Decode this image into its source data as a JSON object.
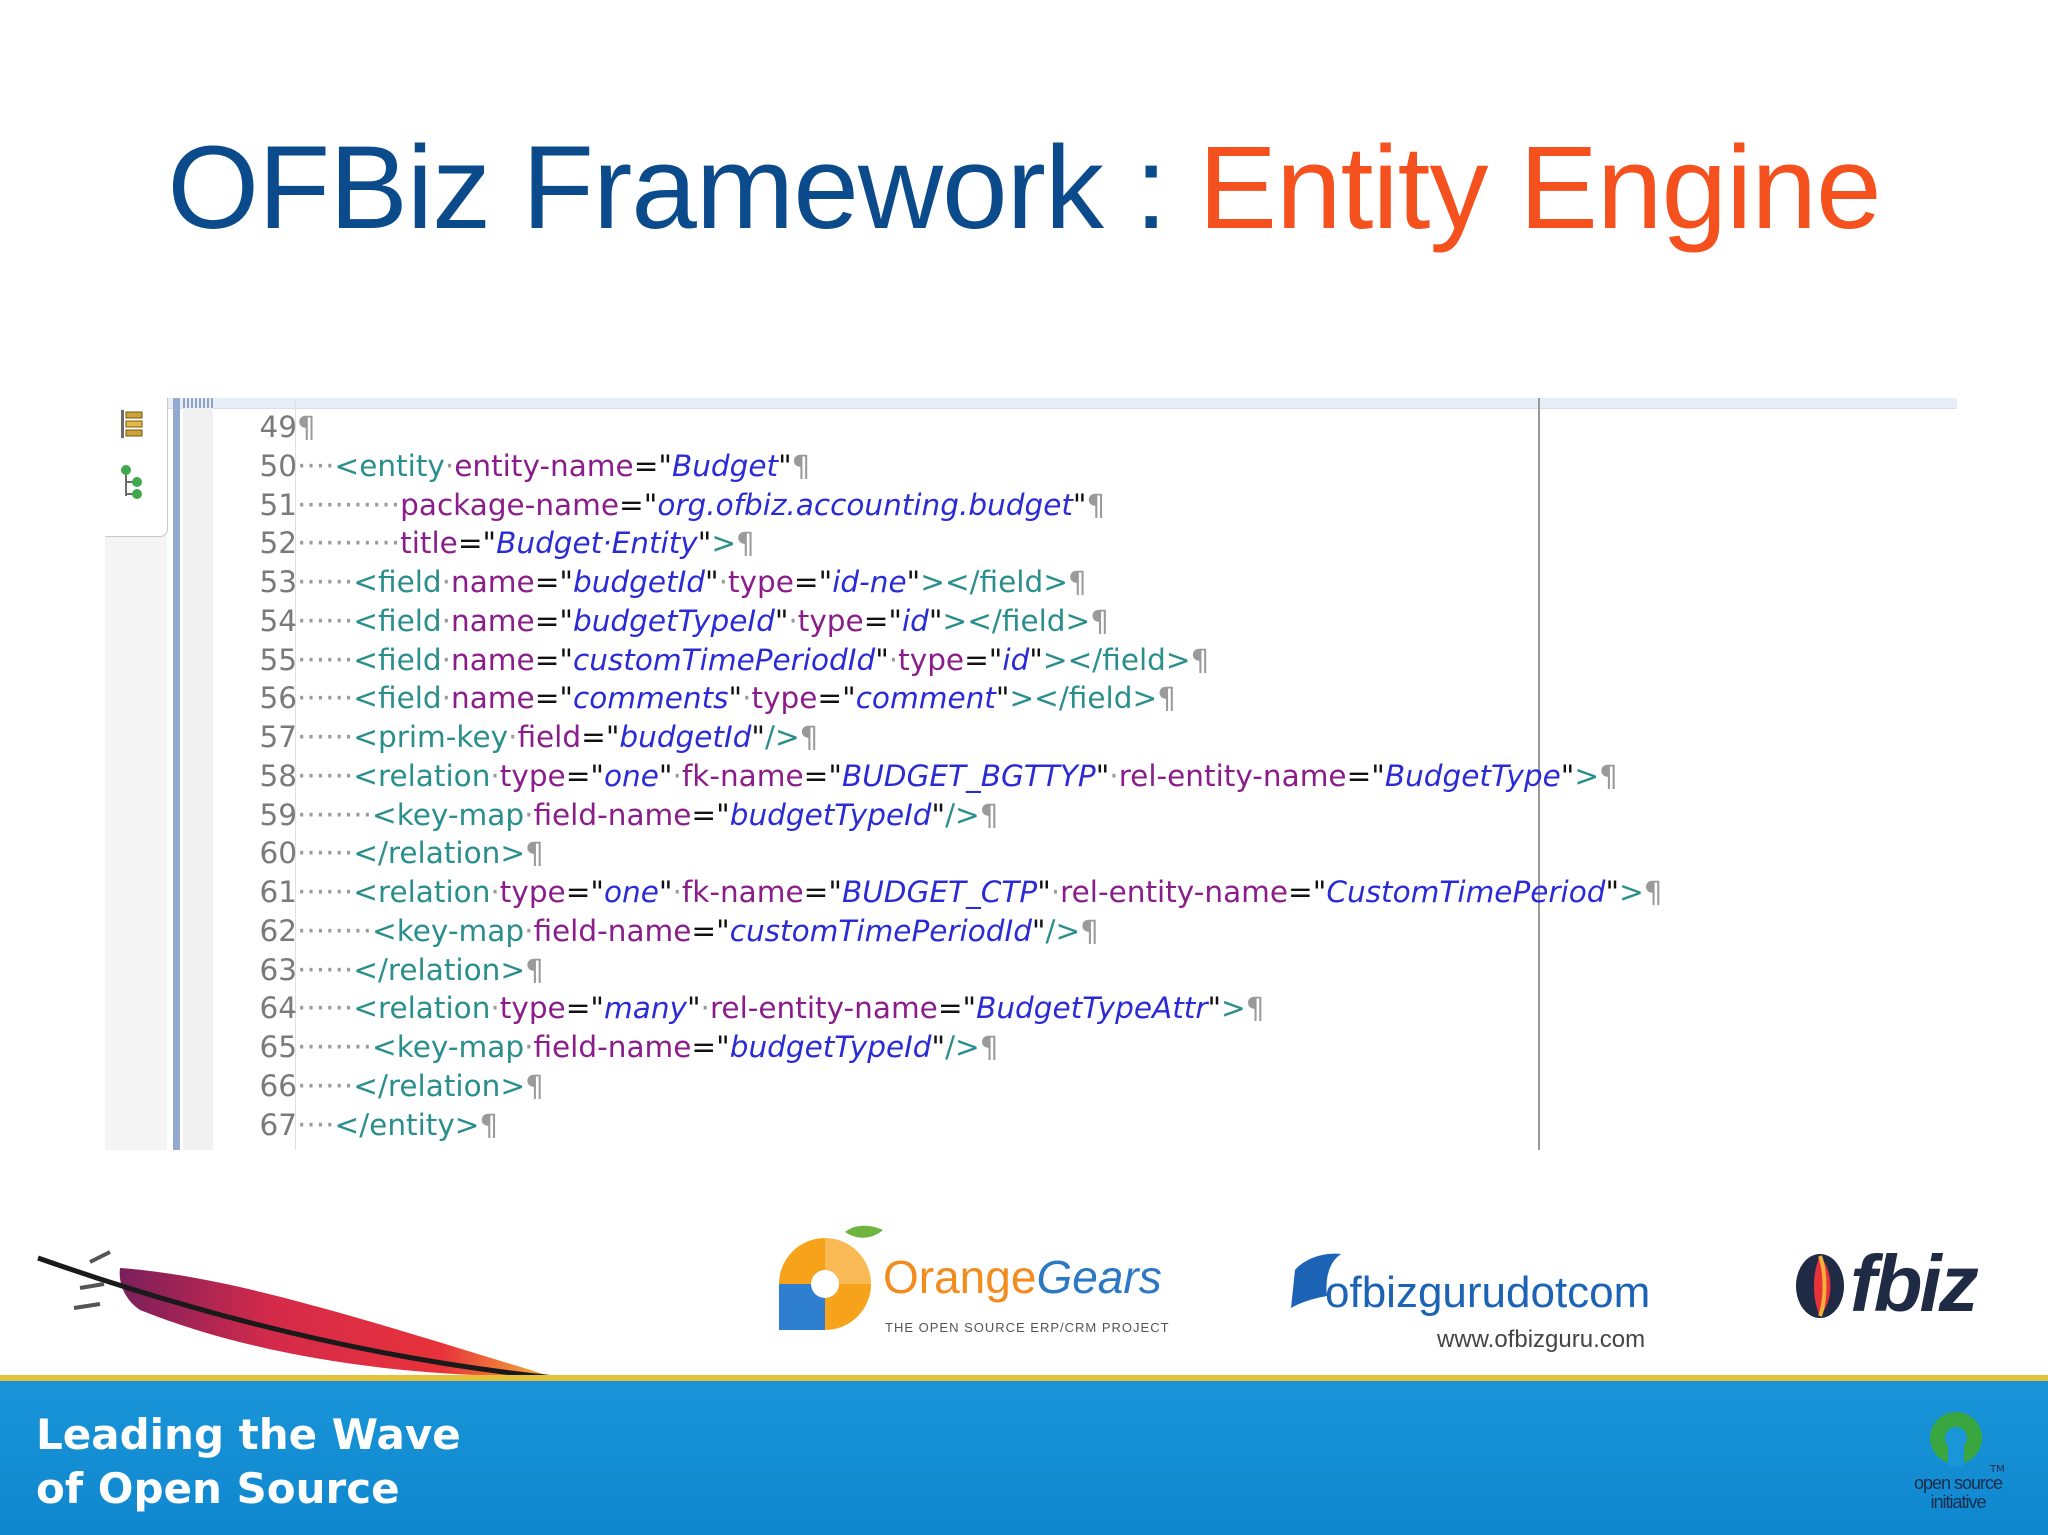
{
  "slide": {
    "title_part1": "OFBiz Framework : ",
    "title_part2": "Entity Engine"
  },
  "colors": {
    "title_blue": "#0b4a8b",
    "title_orange": "#f4511e",
    "xml_tag": "#2a8f8c",
    "xml_attr": "#8b1d8b",
    "xml_value": "#2b2bd6",
    "banner_blue": "#1a95d8"
  },
  "editor": {
    "icons": [
      "outline-view-icon",
      "tree-view-icon"
    ],
    "lines": [
      {
        "num": "49",
        "tokens": []
      },
      {
        "num": "50",
        "indent": "····",
        "tokens": [
          {
            "t": "tg",
            "v": "<entity"
          },
          {
            "t": "ws",
            "v": "·"
          },
          {
            "t": "at",
            "v": "entity-name"
          },
          {
            "t": "eq",
            "v": "=\""
          },
          {
            "t": "vl",
            "v": "Budget"
          },
          {
            "t": "eq",
            "v": "\""
          }
        ]
      },
      {
        "num": "51",
        "indent": "···········",
        "tokens": [
          {
            "t": "at",
            "v": "package-name"
          },
          {
            "t": "eq",
            "v": "=\""
          },
          {
            "t": "vl",
            "v": "org.ofbiz.accounting.budget"
          },
          {
            "t": "eq",
            "v": "\""
          }
        ]
      },
      {
        "num": "52",
        "indent": "···········",
        "tokens": [
          {
            "t": "at",
            "v": "title"
          },
          {
            "t": "eq",
            "v": "=\""
          },
          {
            "t": "vl",
            "v": "Budget·Entity"
          },
          {
            "t": "eq",
            "v": "\""
          },
          {
            "t": "tg",
            "v": ">"
          }
        ]
      },
      {
        "num": "53",
        "indent": "······",
        "tokens": [
          {
            "t": "tg",
            "v": "<field"
          },
          {
            "t": "ws",
            "v": "·"
          },
          {
            "t": "at",
            "v": "name"
          },
          {
            "t": "eq",
            "v": "=\""
          },
          {
            "t": "vl",
            "v": "budgetId"
          },
          {
            "t": "eq",
            "v": "\""
          },
          {
            "t": "ws",
            "v": "·"
          },
          {
            "t": "at",
            "v": "type"
          },
          {
            "t": "eq",
            "v": "=\""
          },
          {
            "t": "vl",
            "v": "id-ne"
          },
          {
            "t": "eq",
            "v": "\""
          },
          {
            "t": "tg",
            "v": "></field>"
          }
        ]
      },
      {
        "num": "54",
        "indent": "······",
        "tokens": [
          {
            "t": "tg",
            "v": "<field"
          },
          {
            "t": "ws",
            "v": "·"
          },
          {
            "t": "at",
            "v": "name"
          },
          {
            "t": "eq",
            "v": "=\""
          },
          {
            "t": "vl",
            "v": "budgetTypeId"
          },
          {
            "t": "eq",
            "v": "\""
          },
          {
            "t": "ws",
            "v": "·"
          },
          {
            "t": "at",
            "v": "type"
          },
          {
            "t": "eq",
            "v": "=\""
          },
          {
            "t": "vl",
            "v": "id"
          },
          {
            "t": "eq",
            "v": "\""
          },
          {
            "t": "tg",
            "v": "></field>"
          }
        ]
      },
      {
        "num": "55",
        "indent": "······",
        "tokens": [
          {
            "t": "tg",
            "v": "<field"
          },
          {
            "t": "ws",
            "v": "·"
          },
          {
            "t": "at",
            "v": "name"
          },
          {
            "t": "eq",
            "v": "=\""
          },
          {
            "t": "vl",
            "v": "customTimePeriodId"
          },
          {
            "t": "eq",
            "v": "\""
          },
          {
            "t": "ws",
            "v": "·"
          },
          {
            "t": "at",
            "v": "type"
          },
          {
            "t": "eq",
            "v": "=\""
          },
          {
            "t": "vl",
            "v": "id"
          },
          {
            "t": "eq",
            "v": "\""
          },
          {
            "t": "tg",
            "v": "></field>"
          }
        ]
      },
      {
        "num": "56",
        "indent": "······",
        "tokens": [
          {
            "t": "tg",
            "v": "<field"
          },
          {
            "t": "ws",
            "v": "·"
          },
          {
            "t": "at",
            "v": "name"
          },
          {
            "t": "eq",
            "v": "=\""
          },
          {
            "t": "vl",
            "v": "comments"
          },
          {
            "t": "eq",
            "v": "\""
          },
          {
            "t": "ws",
            "v": "·"
          },
          {
            "t": "at",
            "v": "type"
          },
          {
            "t": "eq",
            "v": "=\""
          },
          {
            "t": "vl",
            "v": "comment"
          },
          {
            "t": "eq",
            "v": "\""
          },
          {
            "t": "tg",
            "v": "></field>"
          }
        ]
      },
      {
        "num": "57",
        "indent": "······",
        "tokens": [
          {
            "t": "tg",
            "v": "<prim-key"
          },
          {
            "t": "ws",
            "v": "·"
          },
          {
            "t": "at",
            "v": "field"
          },
          {
            "t": "eq",
            "v": "=\""
          },
          {
            "t": "vl",
            "v": "budgetId"
          },
          {
            "t": "eq",
            "v": "\""
          },
          {
            "t": "tg",
            "v": "/>"
          }
        ]
      },
      {
        "num": "58",
        "indent": "······",
        "tokens": [
          {
            "t": "tg",
            "v": "<relation"
          },
          {
            "t": "ws",
            "v": "·"
          },
          {
            "t": "at",
            "v": "type"
          },
          {
            "t": "eq",
            "v": "=\""
          },
          {
            "t": "vl",
            "v": "one"
          },
          {
            "t": "eq",
            "v": "\""
          },
          {
            "t": "ws",
            "v": "·"
          },
          {
            "t": "at",
            "v": "fk-name"
          },
          {
            "t": "eq",
            "v": "=\""
          },
          {
            "t": "vl",
            "v": "BUDGET_BGTTYP"
          },
          {
            "t": "eq",
            "v": "\""
          },
          {
            "t": "ws",
            "v": "·"
          },
          {
            "t": "at",
            "v": "rel-entity-name"
          },
          {
            "t": "eq",
            "v": "=\""
          },
          {
            "t": "vl",
            "v": "BudgetType"
          },
          {
            "t": "eq",
            "v": "\""
          },
          {
            "t": "tg",
            "v": ">"
          }
        ]
      },
      {
        "num": "59",
        "indent": "········",
        "tokens": [
          {
            "t": "tg",
            "v": "<key-map"
          },
          {
            "t": "ws",
            "v": "·"
          },
          {
            "t": "at",
            "v": "field-name"
          },
          {
            "t": "eq",
            "v": "=\""
          },
          {
            "t": "vl",
            "v": "budgetTypeId"
          },
          {
            "t": "eq",
            "v": "\""
          },
          {
            "t": "tg",
            "v": "/>"
          }
        ]
      },
      {
        "num": "60",
        "indent": "······",
        "tokens": [
          {
            "t": "tg",
            "v": "</relation>"
          }
        ]
      },
      {
        "num": "61",
        "indent": "······",
        "tokens": [
          {
            "t": "tg",
            "v": "<relation"
          },
          {
            "t": "ws",
            "v": "·"
          },
          {
            "t": "at",
            "v": "type"
          },
          {
            "t": "eq",
            "v": "=\""
          },
          {
            "t": "vl",
            "v": "one"
          },
          {
            "t": "eq",
            "v": "\""
          },
          {
            "t": "ws",
            "v": "·"
          },
          {
            "t": "at",
            "v": "fk-name"
          },
          {
            "t": "eq",
            "v": "=\""
          },
          {
            "t": "vl",
            "v": "BUDGET_CTP"
          },
          {
            "t": "eq",
            "v": "\""
          },
          {
            "t": "ws",
            "v": "·"
          },
          {
            "t": "at",
            "v": "rel-entity-name"
          },
          {
            "t": "eq",
            "v": "=\""
          },
          {
            "t": "vl",
            "v": "CustomTimePeriod"
          },
          {
            "t": "eq",
            "v": "\""
          },
          {
            "t": "tg",
            "v": ">"
          }
        ]
      },
      {
        "num": "62",
        "indent": "········",
        "tokens": [
          {
            "t": "tg",
            "v": "<key-map"
          },
          {
            "t": "ws",
            "v": "·"
          },
          {
            "t": "at",
            "v": "field-name"
          },
          {
            "t": "eq",
            "v": "=\""
          },
          {
            "t": "vl",
            "v": "customTimePeriodId"
          },
          {
            "t": "eq",
            "v": "\""
          },
          {
            "t": "tg",
            "v": "/>"
          }
        ]
      },
      {
        "num": "63",
        "indent": "······",
        "tokens": [
          {
            "t": "tg",
            "v": "</relation>"
          }
        ]
      },
      {
        "num": "64",
        "indent": "······",
        "tokens": [
          {
            "t": "tg",
            "v": "<relation"
          },
          {
            "t": "ws",
            "v": "·"
          },
          {
            "t": "at",
            "v": "type"
          },
          {
            "t": "eq",
            "v": "=\""
          },
          {
            "t": "vl",
            "v": "many"
          },
          {
            "t": "eq",
            "v": "\""
          },
          {
            "t": "ws",
            "v": "·"
          },
          {
            "t": "at",
            "v": "rel-entity-name"
          },
          {
            "t": "eq",
            "v": "=\""
          },
          {
            "t": "vl",
            "v": "BudgetTypeAttr"
          },
          {
            "t": "eq",
            "v": "\""
          },
          {
            "t": "tg",
            "v": ">"
          }
        ]
      },
      {
        "num": "65",
        "indent": "········",
        "tokens": [
          {
            "t": "tg",
            "v": "<key-map"
          },
          {
            "t": "ws",
            "v": "·"
          },
          {
            "t": "at",
            "v": "field-name"
          },
          {
            "t": "eq",
            "v": "=\""
          },
          {
            "t": "vl",
            "v": "budgetTypeId"
          },
          {
            "t": "eq",
            "v": "\""
          },
          {
            "t": "tg",
            "v": "/>"
          }
        ]
      },
      {
        "num": "66",
        "indent": "······",
        "tokens": [
          {
            "t": "tg",
            "v": "</relation>"
          }
        ]
      },
      {
        "num": "67",
        "indent": "····",
        "tokens": [
          {
            "t": "tg",
            "v": "</entity>"
          }
        ]
      }
    ],
    "pilcrow": "¶"
  },
  "footer": {
    "tagline_line1": "Leading the Wave",
    "tagline_line2": "of Open Source",
    "orangegears_word1": "Orange",
    "orangegears_word2": "Gears",
    "orangegears_sub": "THE OPEN SOURCE ERP/CRM PROJECT",
    "guru_name": "ofbizgurudotcom",
    "guru_url": "www.ofbizguru.com",
    "ofbiz_logo": "Ofbiz",
    "osi_line1": "open source",
    "osi_line2": "initiative",
    "osi_tm": "TM"
  }
}
